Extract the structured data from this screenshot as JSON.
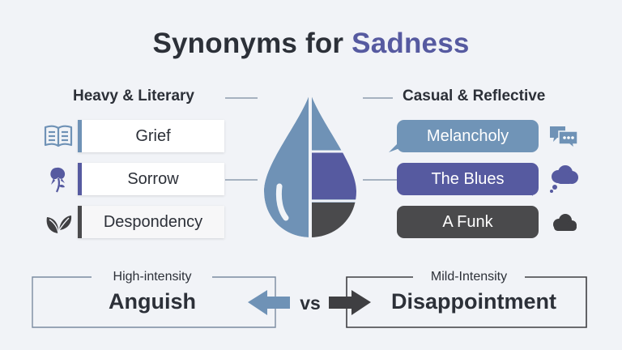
{
  "title": {
    "prefix": "Synonyms for",
    "accent": "Sadness"
  },
  "left_section": {
    "heading": "Heavy & Literary",
    "items": [
      {
        "label": "Grief",
        "icon": "open-book-icon"
      },
      {
        "label": "Sorrow",
        "icon": "wilted-flower-icon"
      },
      {
        "label": "Despondency",
        "icon": "leaves-icon"
      }
    ]
  },
  "right_section": {
    "heading": "Casual & Reflective",
    "items": [
      {
        "label": "Melancholy",
        "icon": "speech-bubbles-icon",
        "color": "#7094b7"
      },
      {
        "label": "The Blues",
        "icon": "thought-cloud-icon",
        "color": "#565aa0"
      },
      {
        "label": "A Funk",
        "icon": "cloud-icon",
        "color": "#4a4a4c"
      }
    ]
  },
  "comparison": {
    "left": {
      "caption": "High-intensity",
      "word": "Anguish"
    },
    "vs": "vs",
    "right": {
      "caption": "Mild-Intensity",
      "word": "Disappointment"
    }
  },
  "colors": {
    "steel_blue": "#6f92b6",
    "indigo": "#565aa0",
    "charcoal": "#4a4a4c",
    "background": "#f1f3f7"
  }
}
